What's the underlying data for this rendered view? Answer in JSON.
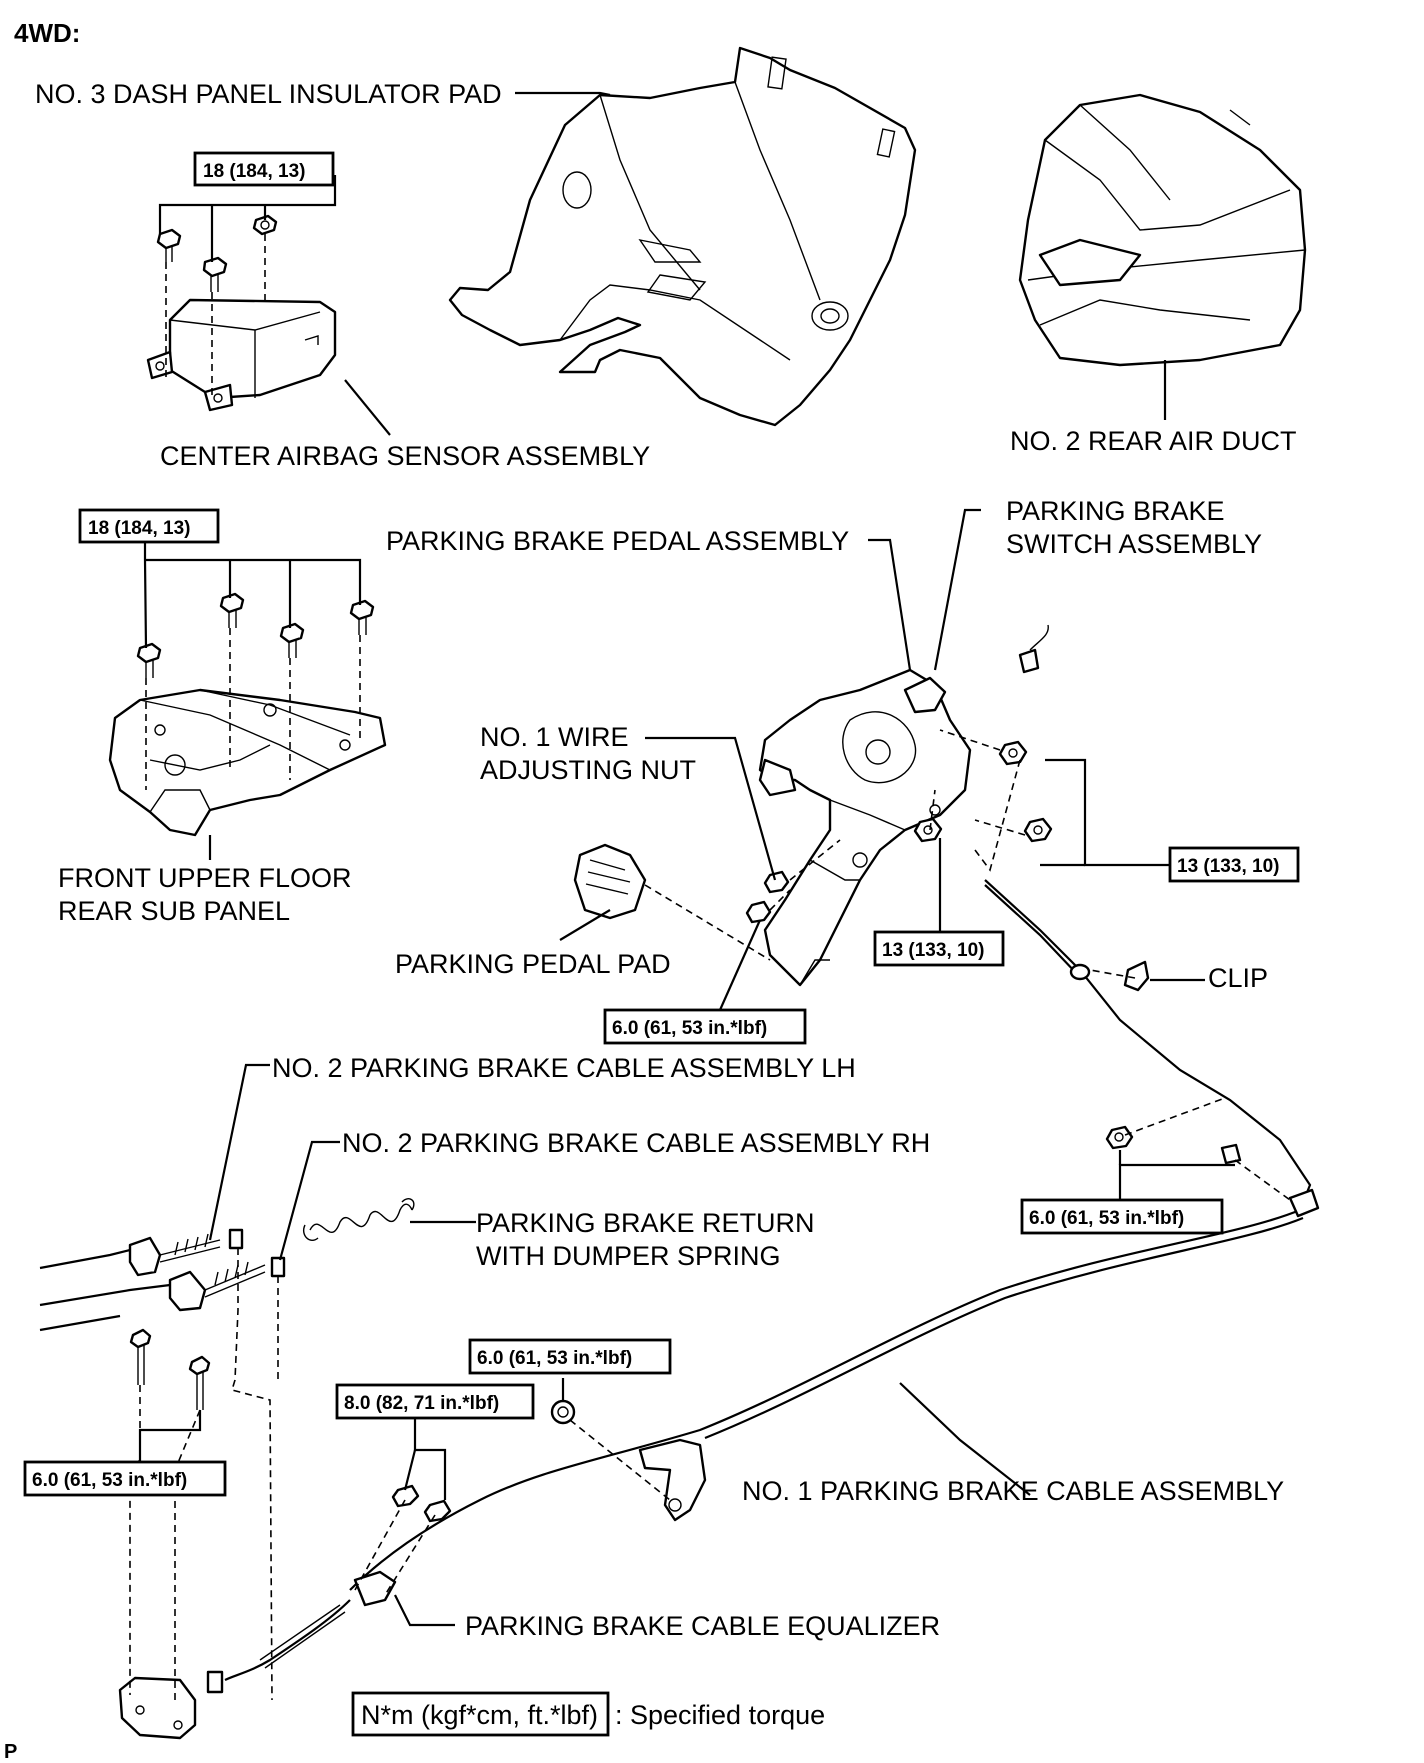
{
  "diagram": {
    "heading": "4WD:",
    "corner_mark": "P",
    "labels": {
      "dash_panel_pad": "NO. 3 DASH PANEL INSULATOR PAD",
      "airbag_sensor": "CENTER AIRBAG SENSOR ASSEMBLY",
      "rear_air_duct": "NO. 2 REAR AIR DUCT",
      "switch_line1": "PARKING BRAKE",
      "switch_line2": "SWITCH ASSEMBLY",
      "pedal_assembly": "PARKING BRAKE PEDAL ASSEMBLY",
      "nut_line1": "NO. 1 WIRE",
      "nut_line2": "ADJUSTING NUT",
      "floor_line1": "FRONT UPPER FLOOR",
      "floor_line2": "REAR SUB PANEL",
      "pedal_pad": "PARKING PEDAL PAD",
      "clip": "CLIP",
      "cable_lh": "NO. 2 PARKING BRAKE CABLE ASSEMBLY LH",
      "cable_rh": "NO. 2 PARKING BRAKE CABLE ASSEMBLY RH",
      "spring_line1": "PARKING BRAKE RETURN",
      "spring_line2": "WITH DUMPER SPRING",
      "cable_no1": "NO. 1 PARKING BRAKE CABLE ASSEMBLY",
      "equalizer": "PARKING BRAKE CABLE EQUALIZER",
      "legend_suffix": ": Specified torque"
    },
    "torques": {
      "airbag": "18 (184, 13)",
      "floor_panel": "18 (184, 13)",
      "pedal_right": "13 (133, 10)",
      "pedal_lower": "13 (133, 10)",
      "adjusting_nut": "6.0 (61, 53 in.*lbf)",
      "cable_bracket": "6.0 (61, 53 in.*lbf)",
      "rear_cable_bolts": "6.0 (61, 53 in.*lbf)",
      "center_nut": "6.0 (61, 53 in.*lbf)",
      "equalizer_bolts": "8.0 (82, 71 in.*lbf)",
      "legend_unit": "N*m (kgf*cm, ft.*lbf)"
    }
  }
}
